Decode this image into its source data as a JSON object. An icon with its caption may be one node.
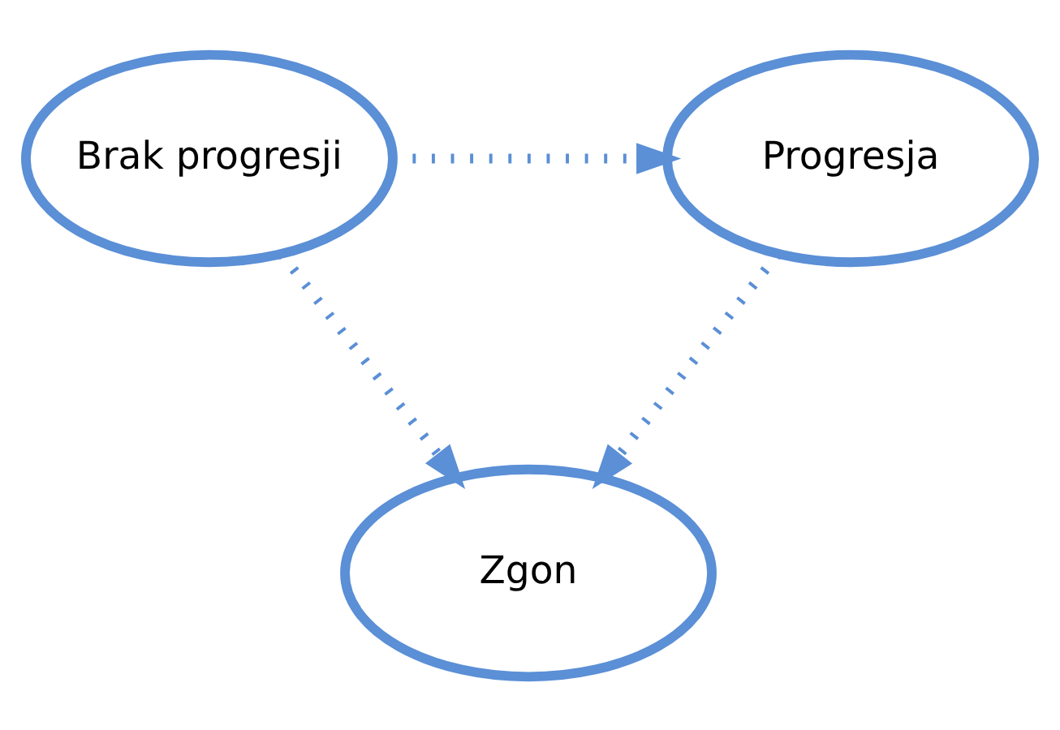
{
  "diagram": {
    "nodes": [
      {
        "text": [
          "Brak progresji"
        ]
      },
      {
        "text": [
          "Progresja"
        ]
      },
      {
        "text": [
          "Zgon"
        ]
      }
    ],
    "edges": [
      {
        "from": 0,
        "to": 1,
        "arrow": "to"
      },
      {
        "from": 0,
        "to": 2,
        "arrow": "to"
      },
      {
        "from": 1,
        "to": 2,
        "arrow": "to"
      }
    ]
  }
}
